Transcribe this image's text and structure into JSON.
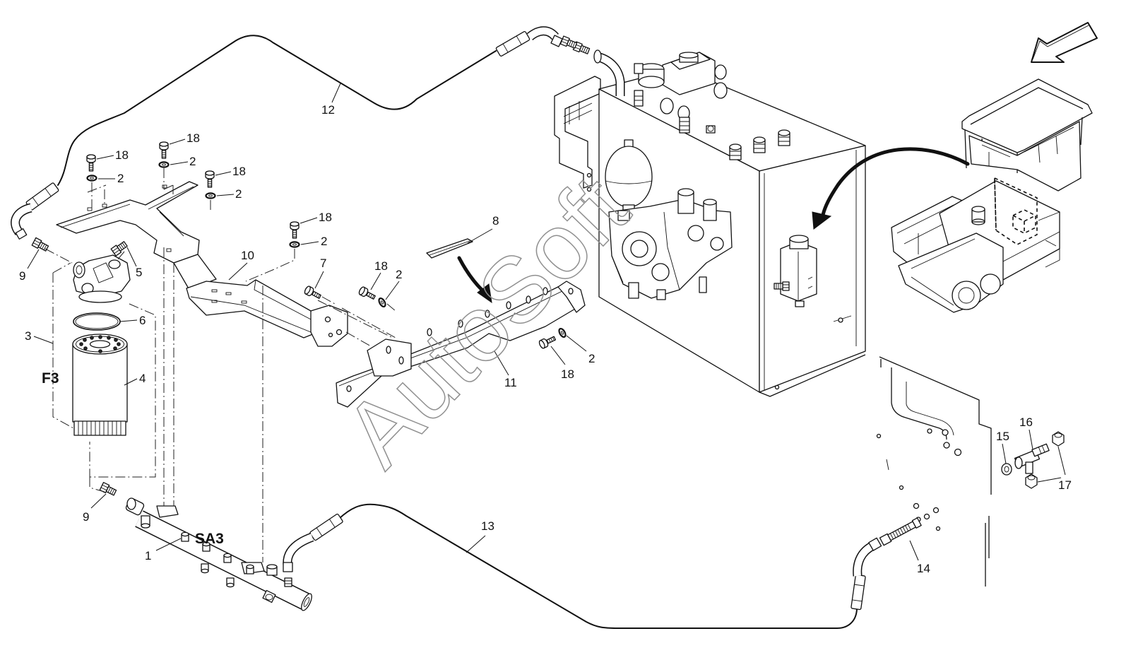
{
  "diagram": {
    "callouts": [
      "12",
      "18",
      "2",
      "18",
      "2",
      "18",
      "2",
      "9",
      "5",
      "3",
      "6",
      "F3",
      "4",
      "10",
      "18",
      "2",
      "7",
      "18",
      "2",
      "8",
      "11",
      "18",
      "2",
      "9",
      "1",
      "SA3",
      "13",
      "14",
      "15",
      "16",
      "17"
    ],
    "watermark": "AutoSoft"
  }
}
